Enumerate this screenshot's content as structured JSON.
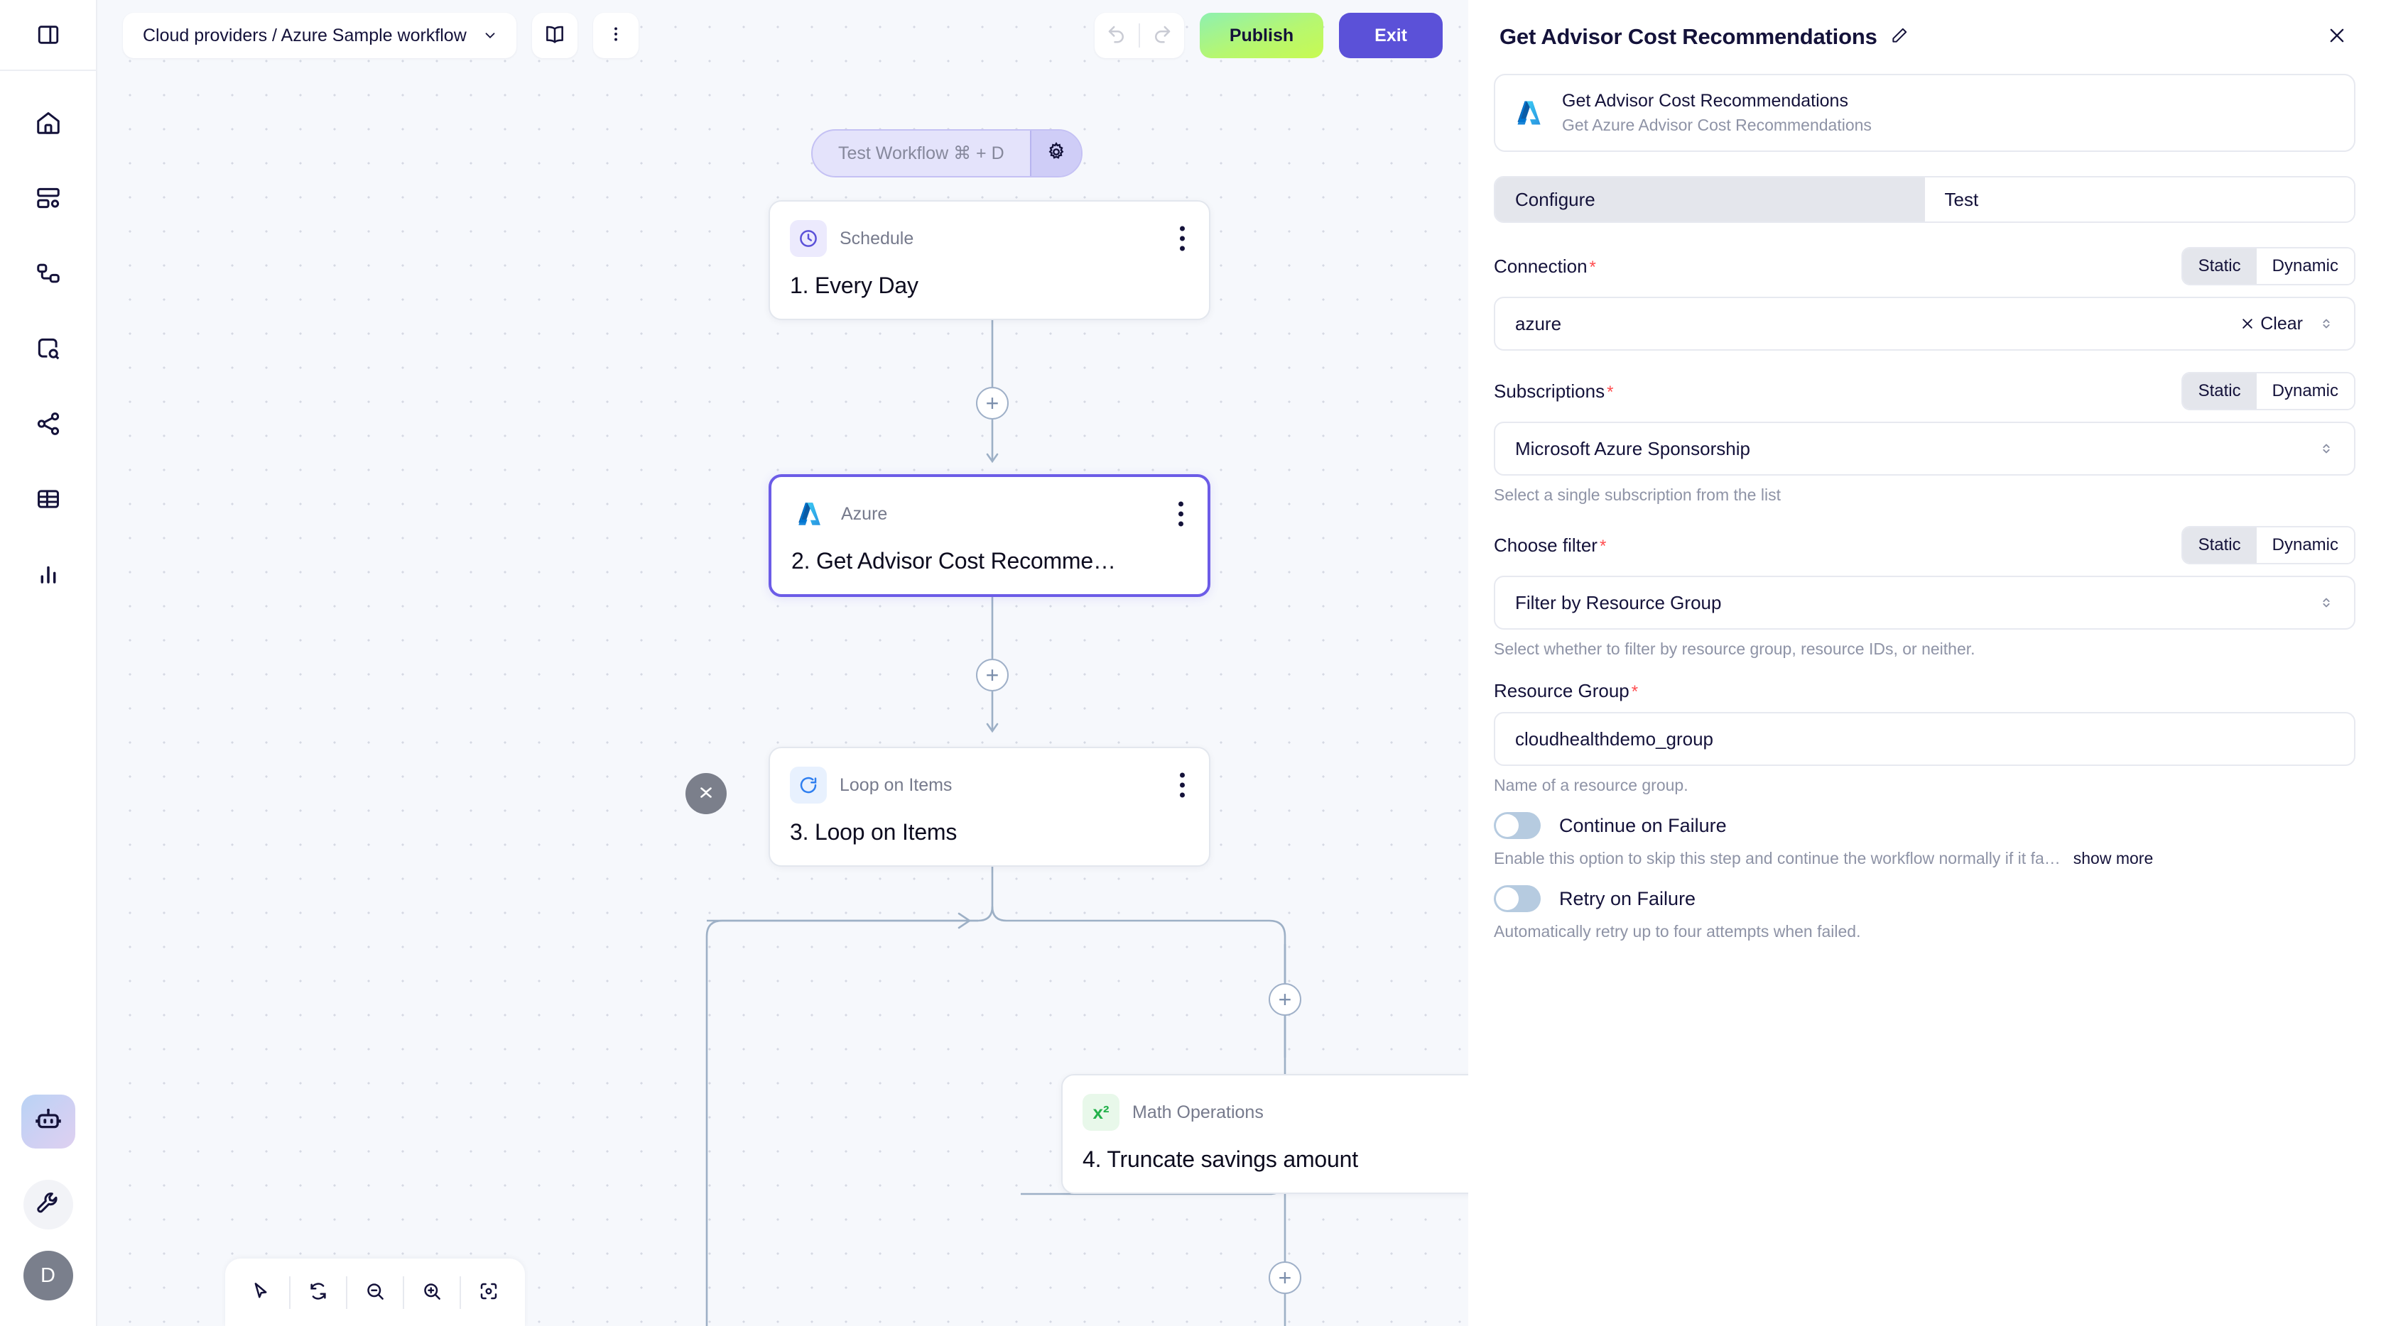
{
  "rail": {
    "toggle_icon": "sidebar-panel-toggle-icon",
    "items": [
      {
        "name": "home",
        "icon": "home-icon"
      },
      {
        "name": "dashboards",
        "icon": "dashboard-settings-icon"
      },
      {
        "name": "workflows",
        "icon": "nodes-flow-icon"
      },
      {
        "name": "explorer",
        "icon": "search-box-icon"
      },
      {
        "name": "integrations",
        "icon": "share-nodes-icon"
      },
      {
        "name": "tables",
        "icon": "table-grid-icon"
      },
      {
        "name": "reports",
        "icon": "bar-chart-icon"
      }
    ],
    "bottom": [
      {
        "name": "assistant",
        "icon": "robot-icon"
      },
      {
        "name": "tools",
        "icon": "wrench-icon"
      }
    ],
    "avatar_initial": "D"
  },
  "topbar": {
    "workflow_path": "Cloud providers / Azure Sample workflow",
    "chevron_icon": "chevron-down-icon",
    "docs_icon": "book-icon",
    "more_icon": "more-vertical-icon",
    "undo_icon": "undo-arrow-icon",
    "redo_icon": "redo-arrow-icon",
    "publish_label": "Publish",
    "exit_label": "Exit",
    "publish_color": "#b6f770",
    "exit_color": "#5b51d8"
  },
  "canvas": {
    "test_pill": {
      "label": "Test Workflow ⌘ + D",
      "gear_icon": "gear-icon",
      "bg_color": "#e4e3fb"
    },
    "nodes": [
      {
        "type": "Schedule",
        "title": "1. Every Day",
        "icon": "clock-icon",
        "selected": false,
        "menu_icon": "more-vertical-icon"
      },
      {
        "type": "Azure",
        "title": "2. Get Advisor Cost Recomme…",
        "icon": "azure-logo-icon",
        "selected": true,
        "menu_icon": "more-vertical-icon"
      },
      {
        "type": "Loop on Items",
        "title": "3. Loop on Items",
        "icon": "loop-refresh-icon",
        "selected": false,
        "menu_icon": "more-vertical-icon"
      },
      {
        "type": "Math Operations",
        "title": "4. Truncate savings amount",
        "icon": "x-squared-icon",
        "badge_text": "x²",
        "selected": false,
        "menu_icon": "more-vertical-icon"
      }
    ],
    "add_button_label": "+",
    "collapse_icon": "collapse-chevrons-icon",
    "tools": [
      {
        "name": "pointer",
        "icon": "cursor-arrow-icon"
      },
      {
        "name": "reset",
        "icon": "refresh-cycle-icon"
      },
      {
        "name": "zoom-out",
        "icon": "magnifier-minus-icon"
      },
      {
        "name": "zoom-in",
        "icon": "magnifier-plus-icon"
      },
      {
        "name": "fit-view",
        "icon": "focus-target-icon"
      }
    ]
  },
  "panel": {
    "title": "Get Advisor Cost Recommendations",
    "edit_icon": "pencil-icon",
    "close_icon": "close-x-icon",
    "operation": {
      "icon": "azure-logo-icon",
      "name": "Get Advisor Cost Recommendations",
      "description": "Get Azure Advisor Cost Recommendations"
    },
    "tabs": [
      {
        "label": "Configure",
        "active": true
      },
      {
        "label": "Test",
        "active": false
      }
    ],
    "segmented_options": [
      "Static",
      "Dynamic"
    ],
    "fields": [
      {
        "label": "Connection",
        "required": true,
        "mode": "Static",
        "value": "azure",
        "clear_label": "Clear",
        "clear_icon": "close-x-icon",
        "chevron_icon": "chevron-up-down-icon",
        "hint": ""
      },
      {
        "label": "Subscriptions",
        "required": true,
        "mode": "Static",
        "value": "Microsoft Azure Sponsorship",
        "chevron_icon": "chevron-up-down-icon",
        "hint": "Select a single subscription from the list"
      },
      {
        "label": "Choose filter",
        "required": true,
        "mode": "Static",
        "value": "Filter by Resource Group",
        "chevron_icon": "chevron-up-down-icon",
        "hint": "Select whether to filter by resource group, resource IDs, or neither."
      },
      {
        "label": "Resource Group",
        "required": true,
        "mode": "",
        "value": "cloudhealthdemo_group",
        "hint": "Name of a resource group."
      }
    ],
    "toggles": [
      {
        "label": "Continue on Failure",
        "on": false,
        "description": "Enable this option to skip this step and continue the workflow normally if it fa…",
        "show_more_label": "show more"
      },
      {
        "label": "Retry on Failure",
        "on": false,
        "description": "Automatically retry up to four attempts when failed.",
        "show_more_label": ""
      }
    ]
  }
}
